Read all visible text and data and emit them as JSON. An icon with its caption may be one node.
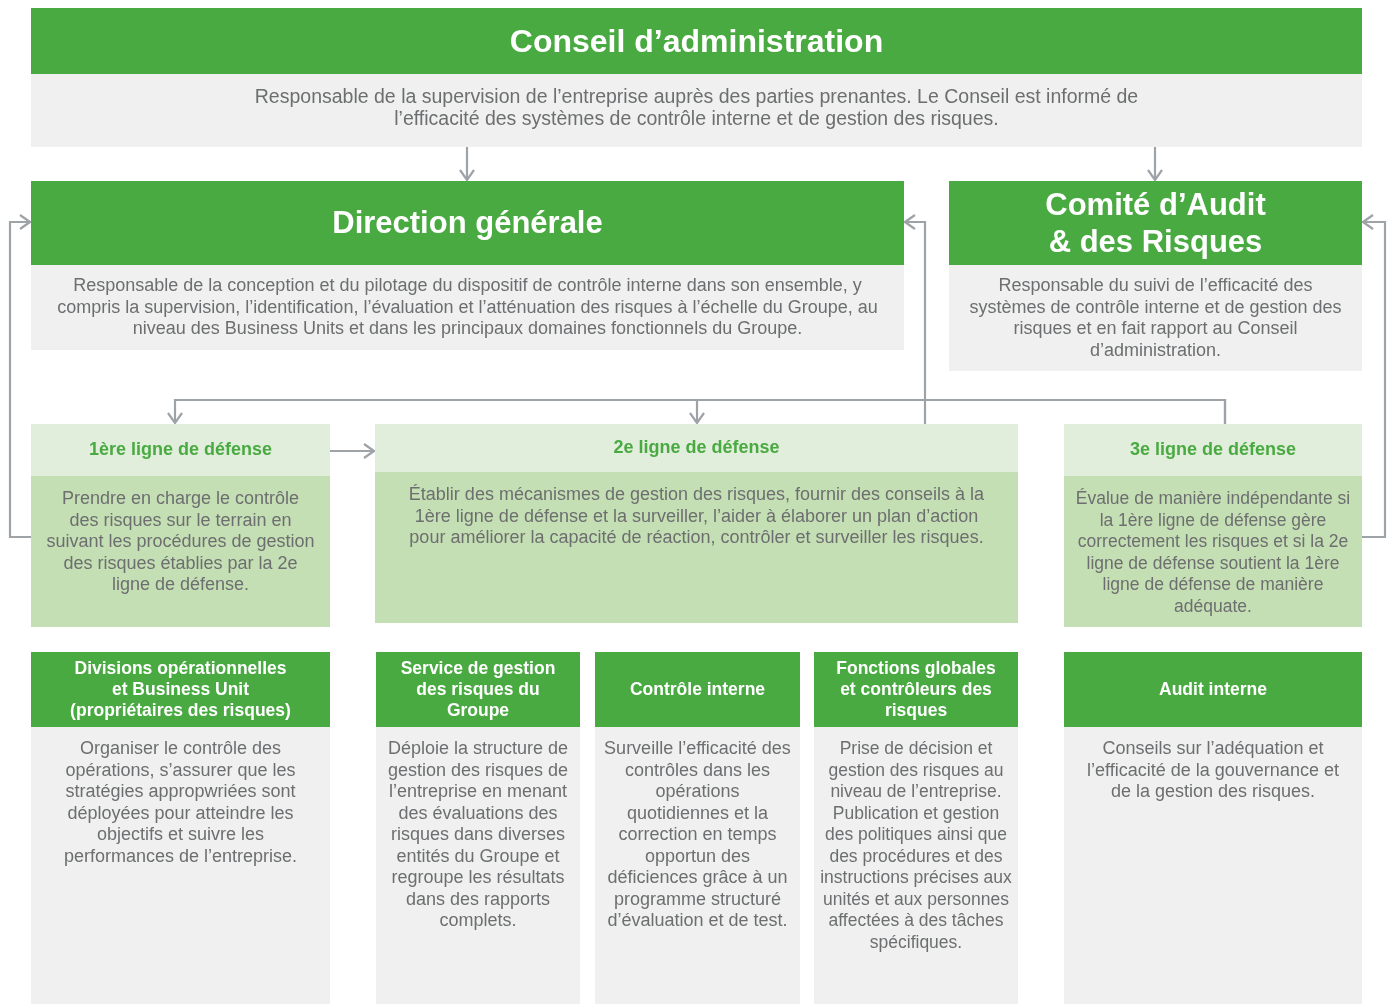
{
  "diagram": {
    "nodes": [
      {
        "text": [
          "Conseil d’administration",
          "Responsable de la supervision de l’entreprise auprès des parties prenantes. Le Conseil est informé de l’efficacité des systèmes de contrôle interne et de gestion des risques."
        ]
      },
      {
        "text": [
          "Direction générale",
          "Responsable de la conception et du pilotage du dispositif de contrôle interne dans son ensemble, y compris la supervision, l’identification, l’évaluation et l’atténuation des risques à l’échelle du Groupe, au niveau des Business Units et dans les principaux domaines fonctionnels du Groupe."
        ]
      },
      {
        "text": [
          "Comité d’Audit & des Risques",
          "Responsable du suivi de l’efficacité des systèmes de contrôle interne et de gestion des risques et en fait rapport au Conseil d’administration."
        ]
      },
      {
        "text": [
          "1ère ligne de défense",
          "Prendre en charge le contrôle des risques sur le terrain en suivant les procédures de gestion des risques établies par la 2e ligne de défense."
        ]
      },
      {
        "text": [
          "2e ligne de défense",
          "Établir des mécanismes de gestion des risques, fournir des conseils à la 1ère ligne de défense et la surveiller, l’aider à élaborer un plan d’action pour améliorer la capacité de réaction, contrôler et surveiller les risques."
        ]
      },
      {
        "text": [
          "3e ligne de défense",
          "Évalue de manière indépendante si la 1ère ligne de défense gère correctement les risques et si la 2e ligne de défense soutient la 1ère ligne de défense de manière adéquate."
        ]
      },
      {
        "text": [
          "Divisions opérationnelles et Business Unit (propriétaires des risques)",
          "Organiser le contrôle des opérations, s’assurer que les stratégies appropwriées sont déployées pour atteindre les objectifs et suivre les performances de l’entreprise."
        ]
      },
      {
        "text": [
          "Service de gestion des risques du Groupe",
          "Déploie la structure de gestion des risques de l’entreprise en menant des évaluations des risques dans diverses entités du Groupe et regroupe les résultats dans des rapports complets."
        ]
      },
      {
        "text": [
          "Contrôle interne",
          "Surveille l’efficacité des contrôles dans les opérations quotidiennes et la correction en temps opportun des déficiences grâce à un programme structuré d’évaluation et de test."
        ]
      },
      {
        "text": [
          "Fonctions globales et contrôleurs des risques",
          "Prise de décision et gestion des risques au niveau de l’entreprise. Publication et gestion des politiques ainsi que des procédures et des instructions précises aux unités et aux personnes affectées à des tâches spécifiques."
        ]
      },
      {
        "text": [
          "Audit interne",
          "Conseils sur l’adéquation et l’efficacité de la gouvernance et de la gestion des risques."
        ]
      }
    ],
    "edges": [
      {
        "from": 0,
        "to": 1,
        "arrow": "to"
      },
      {
        "from": 0,
        "to": 2,
        "arrow": "to"
      },
      {
        "from": 3,
        "to": 1,
        "arrow": "to"
      },
      {
        "from": 4,
        "to": 1,
        "arrow": "to"
      },
      {
        "from": 5,
        "to": 2,
        "arrow": "to"
      },
      {
        "from": 5,
        "to": 3,
        "arrow": "to"
      },
      {
        "from": 5,
        "to": 4,
        "arrow": "to"
      },
      {
        "from": 3,
        "to": 4,
        "arrow": "to"
      }
    ]
  }
}
